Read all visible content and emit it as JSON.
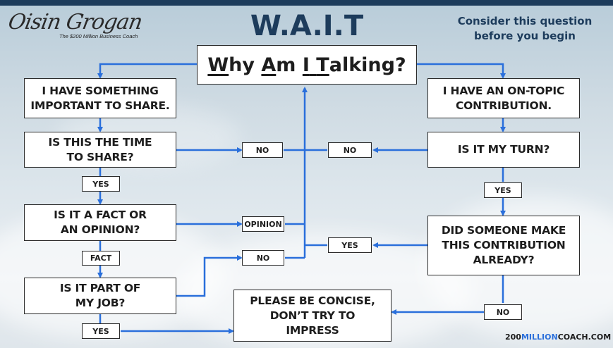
{
  "logo": {
    "signature": "Oisin Grogan",
    "tagline": "The $200 Million Business Coach"
  },
  "title": "W.A.I.T",
  "tagline": "Consider this question\nbefore you begin",
  "question": {
    "w": "W",
    "hy": "hy ",
    "a": "A",
    "m": "m ",
    "i": "I",
    "sp": " ",
    "t": "T",
    "alking": "alking?"
  },
  "left": {
    "important": "I HAVE SOMETHING\nIMPORTANT TO SHARE.",
    "time": "IS THIS THE TIME\nTO SHARE?",
    "fact": "IS IT A FACT OR\nAN OPINION?",
    "job": "IS IT PART OF\nMY JOB?"
  },
  "right": {
    "ontopic": "I HAVE AN ON-TOPIC\nCONTRIBUTION.",
    "turn": "IS IT MY TURN?",
    "already": "DID SOMEONE MAKE\nTHIS CONTRIBUTION\nALREADY?"
  },
  "center": {
    "concise": "PLEASE BE CONCISE,\nDON’T TRY TO\nIMPRESS"
  },
  "labels": {
    "yes_time": "YES",
    "fact": "FACT",
    "yes_job": "YES",
    "no_time": "NO",
    "opinion": "OPINION",
    "no_job": "NO",
    "no_turn": "NO",
    "yes_turn": "YES",
    "yes_already": "YES",
    "no_already": "NO"
  },
  "footer": {
    "site_a": "200",
    "site_b": "MILLION",
    "site_c": "COACH.COM"
  },
  "colors": {
    "arrow": "#2a6fdb",
    "title": "#1d3c5c",
    "box_border": "#2b2b2b"
  }
}
